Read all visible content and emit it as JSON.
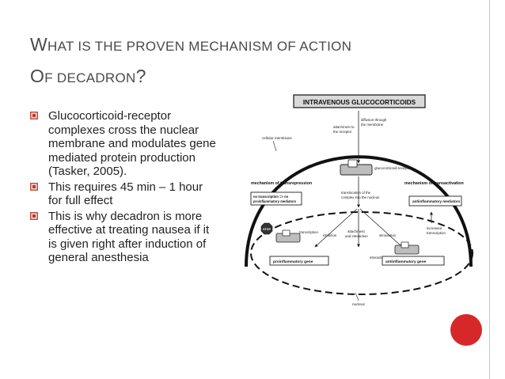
{
  "slide": {
    "title_line1_cap": "W",
    "title_line1_rest": "HAT IS THE PROVEN MECHANISM OF ACTION",
    "title_line2_cap": "O",
    "title_line2_rest": "F DECADRON",
    "title_line2_end": "?",
    "accent_color": "#d62828",
    "bullet_color": "#c0392b",
    "bullets": [
      "Glucocorticoid-receptor complexes cross the nuclear membrane and modulates gene mediated protein production (Tasker, 2005).",
      "This requires 45 min – 1 hour for full effect",
      "This is why decadron is more effective at treating nausea if it is given right after induction of general anesthesia"
    ]
  },
  "diagram": {
    "header": "INTRAVENOUS GLUCOCORTICOIDS",
    "cellular_membrane": "cellular membrane",
    "attachment_line1": "attachment to",
    "attachment_line2": "the receptor",
    "diffusion_line1": "diffusion through",
    "diffusion_line2": "the membrane",
    "gc_receptor": "glucocorticoid-receptor",
    "transrepression": "mechanism of transrepression",
    "transactivation": "mechanism of transactivation",
    "no_transcription_line1": "no transcription => no",
    "no_transcription_line2": "proinflammatory mediators",
    "antiinflammatory_mediators": "antiinflammatory mediators",
    "translocation_line1": "translocation of the",
    "translocation_line2": "complex into the nucleus",
    "stop": "STOP",
    "transcription": "transcription",
    "inhibition": "inhibition",
    "attach_interact_line1": "attachment",
    "attach_interact_line2": "and interaction",
    "stimulation": "stimulation",
    "increased_line1": "increased",
    "increased_line2": "transcription",
    "interaction": "interaction",
    "proinflammatory_gene": "proinflammatory gene",
    "antiinflammatory_gene": "antiinflammatory gene",
    "nucleus": "nucleus"
  }
}
